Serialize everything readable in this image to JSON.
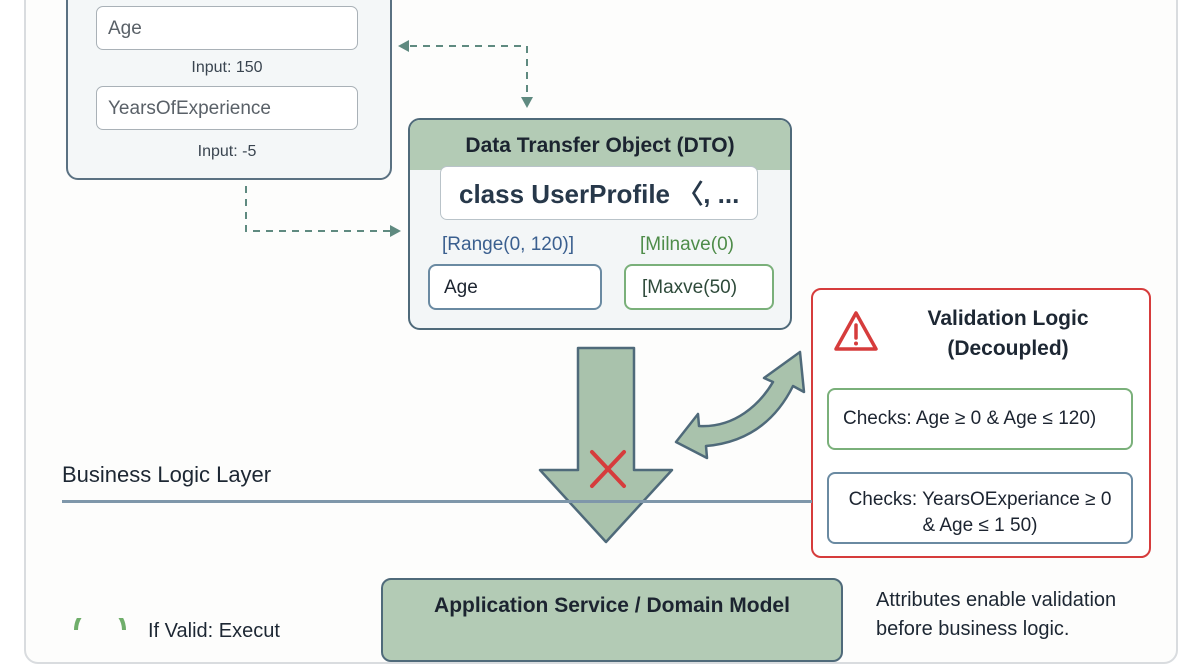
{
  "input_panel": {
    "fields": [
      {
        "label": "Age",
        "hint": "Input: 150"
      },
      {
        "label": "YearsOfExperience",
        "hint": "Input: -5"
      }
    ]
  },
  "dto": {
    "title": "Data Transfer Object (DTO)",
    "code": "class UserProfile 〈, ...",
    "attr_left": "[Range(0, 120)]",
    "attr_right": "[Milnave(0)",
    "box_left": "Age",
    "box_right": "[Maxve(50)"
  },
  "validation": {
    "title_line1": "Validation Logic",
    "title_line2": "(Decoupled)",
    "check1": "Checks: Age ≥ 0 & Age ≤ 120)",
    "check2_line1": "Checks: YearsOExperiance ≥ 0",
    "check2_line2": "& Age ≤ 1 50)"
  },
  "business_layer_label": "Business Logic Layer",
  "app_service": {
    "title": "Application Service / Domain Model"
  },
  "note": {
    "line1": "Attributes enable validation",
    "line2": "before business logic."
  },
  "if_valid_text": "If Valid: Execut",
  "colors": {
    "green_header": "#b3cbb5",
    "slate_border": "#4f6a7a",
    "error_red": "#d63c3c",
    "green_check": "#6fae6a",
    "blue_check": "#4f6a9a"
  },
  "icons": [
    "warning-triangle-icon",
    "red-x-icon",
    "down-arrow-icon",
    "double-curved-arrow-icon",
    "check-circle-icon"
  ]
}
